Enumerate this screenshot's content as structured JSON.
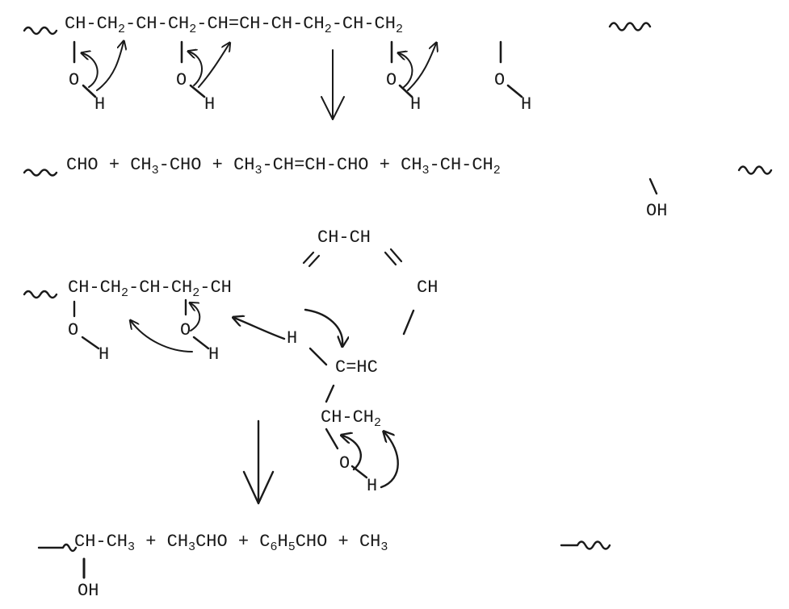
{
  "reaction_1": {
    "reactant_chain": [
      "CH",
      "-CH",
      "2",
      "-CH",
      "-CH",
      "2",
      "-CH=CH",
      "-CH",
      "-CH",
      "2",
      "-CH",
      "-CH",
      "2"
    ],
    "pendant_oh": [
      {
        "o": "O",
        "h": "H"
      },
      {
        "o": "O",
        "h": "H"
      },
      {
        "o": "O",
        "h": "H"
      },
      {
        "o": "O",
        "h": "H"
      }
    ]
  },
  "products_1": {
    "p1": "CHO",
    "plus": "+",
    "p2a": "CH",
    "p2b": "3",
    "p2c": "-CHO",
    "p3a": "CH",
    "p3b": "3",
    "p3c": "-CH=CH-CHO",
    "p4a": "CH",
    "p4b": "3",
    "p4c": "-CH-CH",
    "p4d": "2",
    "p4_oh": "OH"
  },
  "reaction_2": {
    "chain_a": "CH",
    "chain_b": "-CH",
    "chain_c": "2",
    "chain_d": "-CH-CH",
    "chain_e": "2",
    "chain_f": "-CH",
    "ring_top": "CH-CH",
    "ring_right": "CH",
    "ring_bottom": "C=HC",
    "h_transfer": "H",
    "oh1_o": "O",
    "oh1_h": "H",
    "oh2_o": "O",
    "oh2_h": "H",
    "side_chain_a": "CH-CH",
    "side_chain_b": "2",
    "side_oh_o": "O",
    "side_oh_h": "H"
  },
  "products_2": {
    "q1a": "CH-CH",
    "q1b": "3",
    "q1_oh": "OH",
    "q2a": "CH",
    "q2b": "3",
    "q2c": "CHO",
    "q3a": "C",
    "q3b": "6",
    "q3c": "H",
    "q3d": "5",
    "q3e": "CHO",
    "q4a": "CH",
    "q4b": "3",
    "plus": "+"
  }
}
